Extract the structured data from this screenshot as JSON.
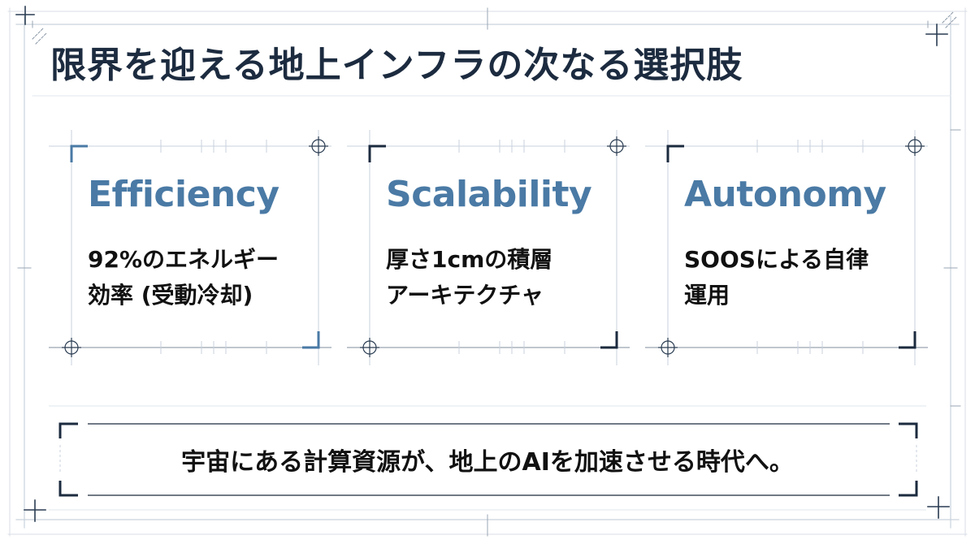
{
  "title": "限界を迎える地上インフラの次なる選択肢",
  "cards": [
    {
      "heading": "Efficiency",
      "lines": [
        "92%のエネルギー",
        "効率 (受動冷却)"
      ]
    },
    {
      "heading": "Scalability",
      "lines": [
        "厚さ1cmの積層",
        "アーキテクチャ"
      ]
    },
    {
      "heading": "Autonomy",
      "lines": [
        "SOOSによる自律",
        "運用"
      ]
    }
  ],
  "tagline": "宇宙にある計算資源が、地上のAIを加速させる時代へ。",
  "colors": {
    "dark": "#1c2b3f",
    "accent": "#4a7aa5",
    "grid": "#c9d2dc"
  }
}
